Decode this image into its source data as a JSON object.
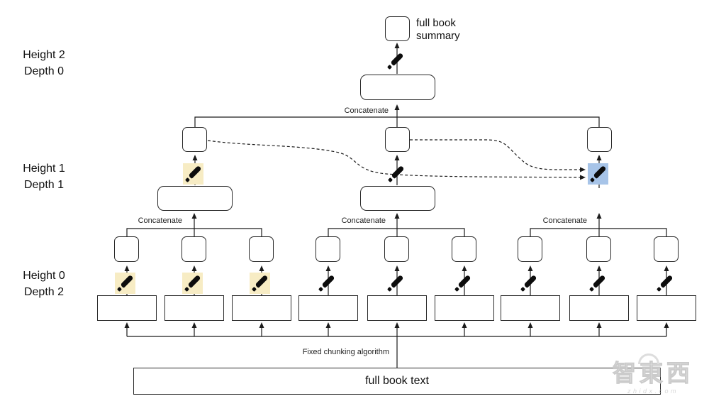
{
  "side_labels": [
    {
      "line1": "Height 2",
      "line2": "Depth 0"
    },
    {
      "line1": "Height 1",
      "line2": "Depth 1"
    },
    {
      "line1": "Height 0",
      "line2": "Depth 2"
    }
  ],
  "captions": {
    "summary": "full book summary",
    "chunking": "Fixed chunking algorithm",
    "book": "full book text"
  },
  "concatenate": [
    "Concatenate",
    "Concatenate",
    "Concatenate",
    "Concatenate"
  ],
  "watermark": {
    "logo": "智東西",
    "domain": "zhidx.com"
  },
  "colors": {
    "highlight_yellow": "#f7ecc4",
    "highlight_blue": "#a7c4e8",
    "stroke": "#1f1f1f",
    "watermark_gray": "#dcdcdc"
  }
}
